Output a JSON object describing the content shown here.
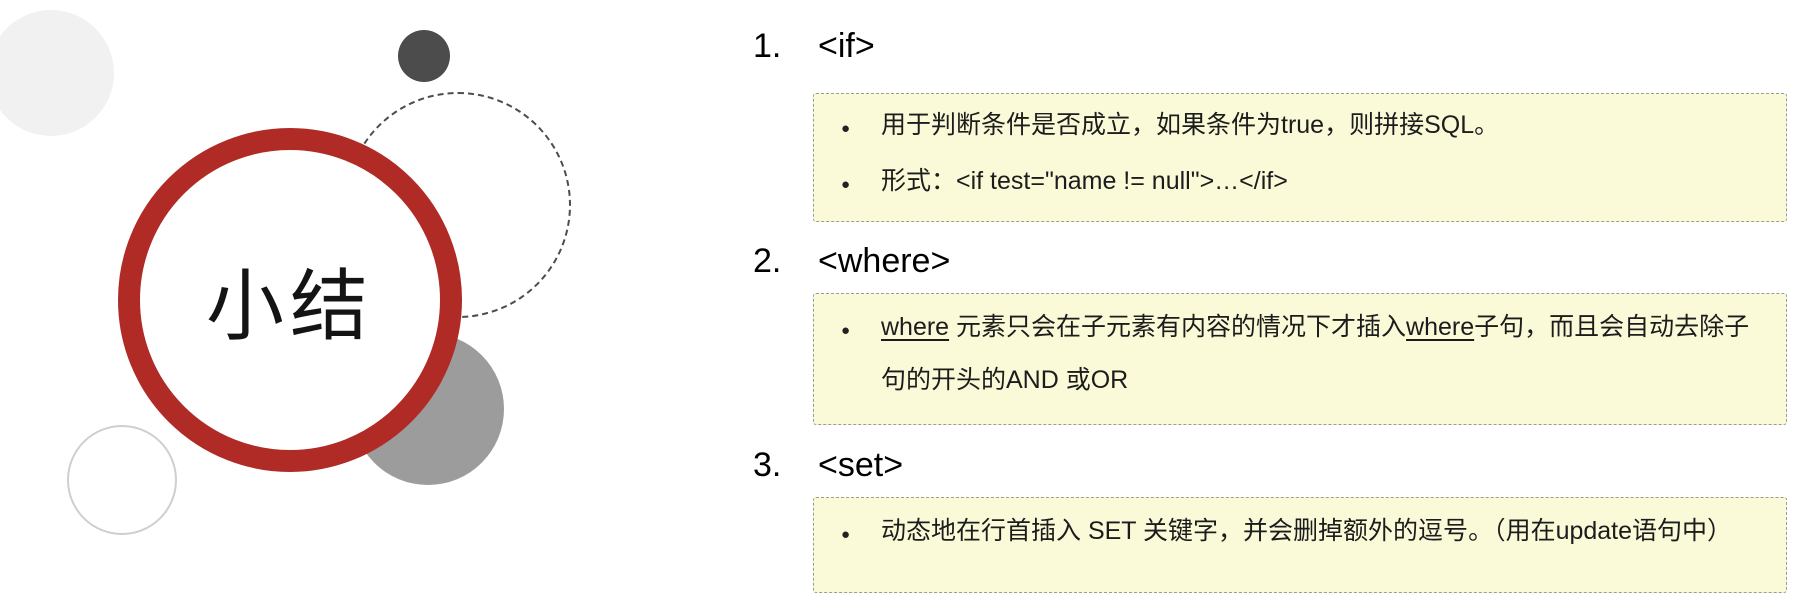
{
  "slide": {
    "summary_label": "小结",
    "items": [
      {
        "number": "1.",
        "title": "<if>",
        "bullets": [
          "用于判断条件是否成立，如果条件为true，则拼接SQL。",
          "形式：<if test=\"name != null\">…</if>"
        ]
      },
      {
        "number": "2.",
        "title": "<where>",
        "segments": [
          {
            "text": "where",
            "underline": true
          },
          {
            "text": " 元素只会在子元素有内容的情况下才插入",
            "underline": false
          },
          {
            "text": "where",
            "underline": true
          },
          {
            "text": "子句，而且会自动去除子句的开头的AND 或OR",
            "underline": false
          }
        ]
      },
      {
        "number": "3.",
        "title": "<set>",
        "bullets": [
          "动态地在行首插入 SET 关键字，并会删掉额外的逗号。（用在update语句中）"
        ]
      }
    ],
    "bullet_glyph": "●"
  },
  "colors": {
    "ring_red": "#b02a26",
    "box_background": "#fafad9",
    "box_border": "#9d9d8f",
    "dark_circle": "#4c4c4c",
    "gray_circle": "#9c9c9c",
    "light_circle": "#f1f1f1"
  }
}
